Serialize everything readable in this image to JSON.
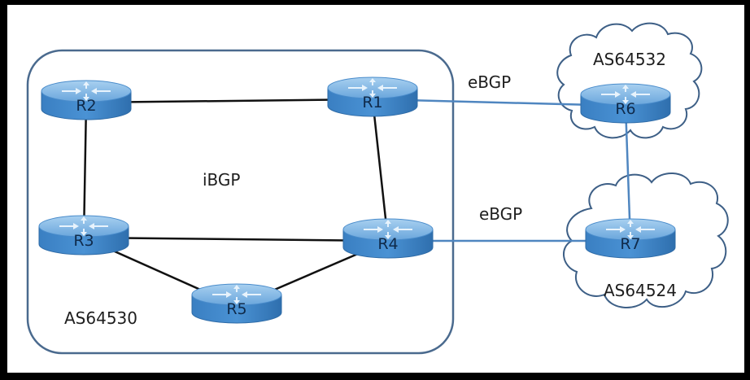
{
  "diagram": {
    "title": "BGP topology",
    "autonomous_systems": [
      {
        "id": "as64530",
        "label": "AS64530",
        "kind": "rounded-box",
        "routers": [
          "R1",
          "R2",
          "R3",
          "R4",
          "R5"
        ]
      },
      {
        "id": "as64532",
        "label": "AS64532",
        "kind": "cloud",
        "routers": [
          "R6"
        ]
      },
      {
        "id": "as64524",
        "label": "AS64524",
        "kind": "cloud",
        "routers": [
          "R7"
        ]
      }
    ],
    "routers": [
      {
        "id": "R1",
        "label": "R1"
      },
      {
        "id": "R2",
        "label": "R2"
      },
      {
        "id": "R3",
        "label": "R3"
      },
      {
        "id": "R4",
        "label": "R4"
      },
      {
        "id": "R5",
        "label": "R5"
      },
      {
        "id": "R6",
        "label": "R6"
      },
      {
        "id": "R7",
        "label": "R7"
      }
    ],
    "links": [
      {
        "from": "R2",
        "to": "R1",
        "type": "internal"
      },
      {
        "from": "R2",
        "to": "R3",
        "type": "internal"
      },
      {
        "from": "R1",
        "to": "R4",
        "type": "internal"
      },
      {
        "from": "R3",
        "to": "R4",
        "type": "internal"
      },
      {
        "from": "R3",
        "to": "R5",
        "type": "internal"
      },
      {
        "from": "R5",
        "to": "R4",
        "type": "internal"
      },
      {
        "from": "R1",
        "to": "R6",
        "type": "external"
      },
      {
        "from": "R4",
        "to": "R7",
        "type": "external"
      },
      {
        "from": "R6",
        "to": "R7",
        "type": "external"
      }
    ],
    "session_labels": {
      "ibgp": "iBGP",
      "ebgp_top": "eBGP",
      "ebgp_bottom": "eBGP"
    },
    "colors": {
      "router_top": "#7fb6e6",
      "router_side": "#3f86c8",
      "internal_link": "#111111",
      "external_link": "#4f86c0",
      "as_outline": "#4a6a8e",
      "cloud_outline": "#3d5f86"
    }
  }
}
